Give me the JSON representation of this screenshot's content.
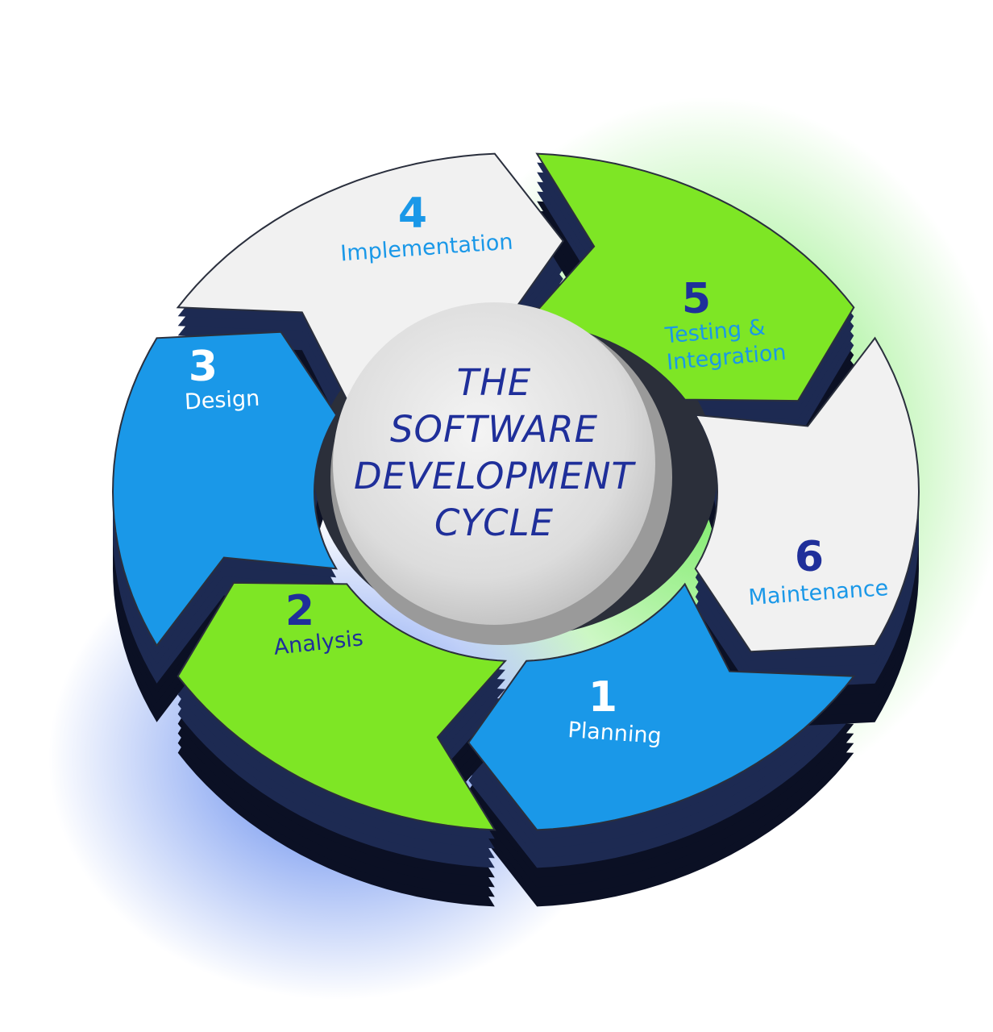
{
  "center": {
    "lines": [
      "THE",
      "SOFTWARE",
      "DEVELOPMENT",
      "CYCLE"
    ]
  },
  "steps": [
    {
      "number": "1",
      "label": "Planning"
    },
    {
      "number": "2",
      "label": "Analysis"
    },
    {
      "number": "3",
      "label": "Design"
    },
    {
      "number": "4",
      "label": "Implementation"
    },
    {
      "number": "5",
      "label": "Testing &",
      "label2": "Integration"
    },
    {
      "number": "6",
      "label": "Maintenance"
    }
  ],
  "colors": {
    "blue": "#1a98e8",
    "green": "#7ee625",
    "white": "#f1f1f1",
    "text_dark_blue": "#1f2f9a",
    "text_light_blue": "#1a98e8",
    "text_white": "#ffffff"
  }
}
